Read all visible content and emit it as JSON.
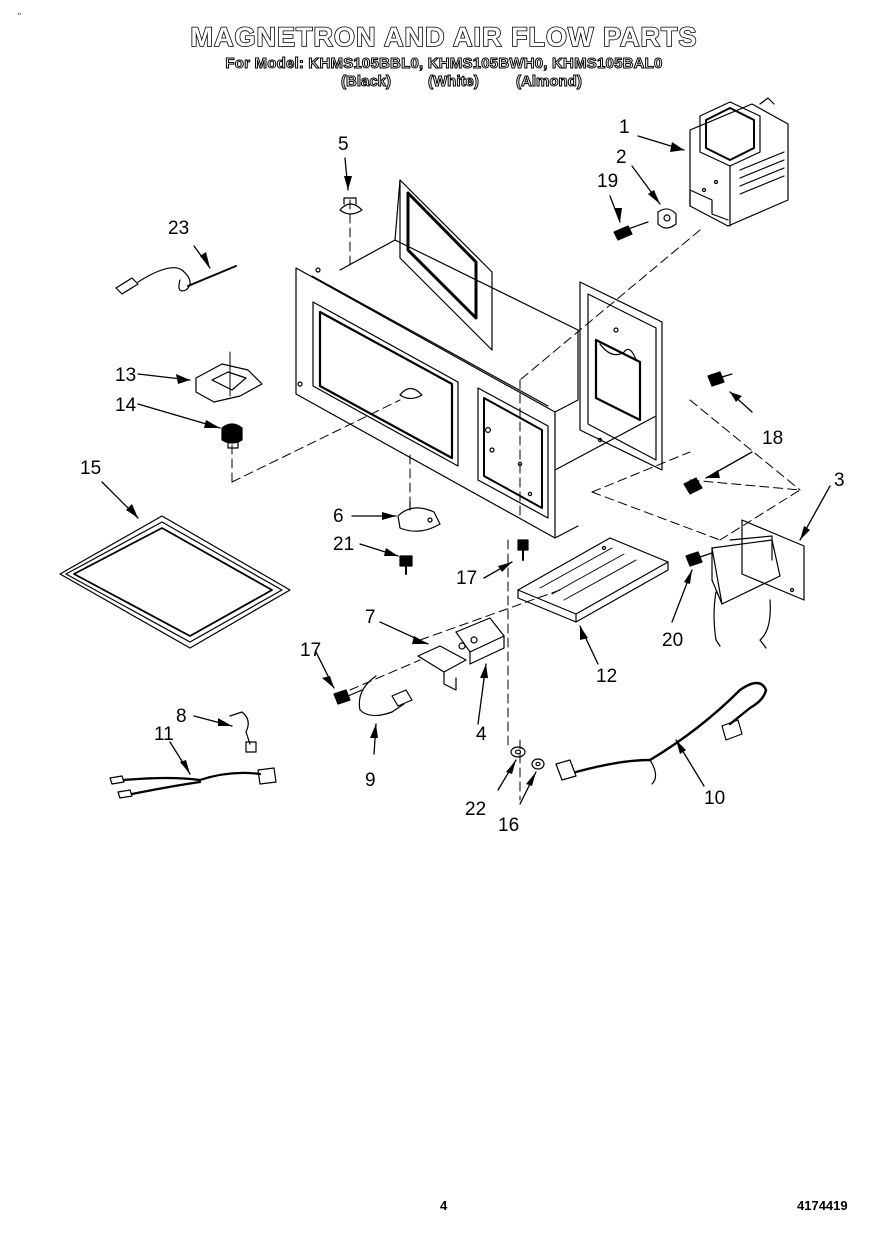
{
  "header": {
    "title": "MAGNETRON AND AIR FLOW PARTS",
    "models_line": "For Model: KHMS105BBL0, KHMS105BWH0, KHMS105BAL0",
    "variant_black": "(Black)",
    "variant_white": "(White)",
    "variant_almond": "(Almond)"
  },
  "corner_mark": "\"",
  "callouts": {
    "c1": "1",
    "c2": "2",
    "c3": "3",
    "c4": "4",
    "c5": "5",
    "c6": "6",
    "c7": "7",
    "c8": "8",
    "c9": "9",
    "c10": "10",
    "c11": "11",
    "c12": "12",
    "c13": "13",
    "c14": "14",
    "c15": "15",
    "c16": "16",
    "c17a": "17",
    "c17b": "17",
    "c18": "18",
    "c19": "19",
    "c20": "20",
    "c21": "21",
    "c22": "22",
    "c23": "23"
  },
  "footer": {
    "page_number": "4",
    "doc_number": "4174419"
  }
}
